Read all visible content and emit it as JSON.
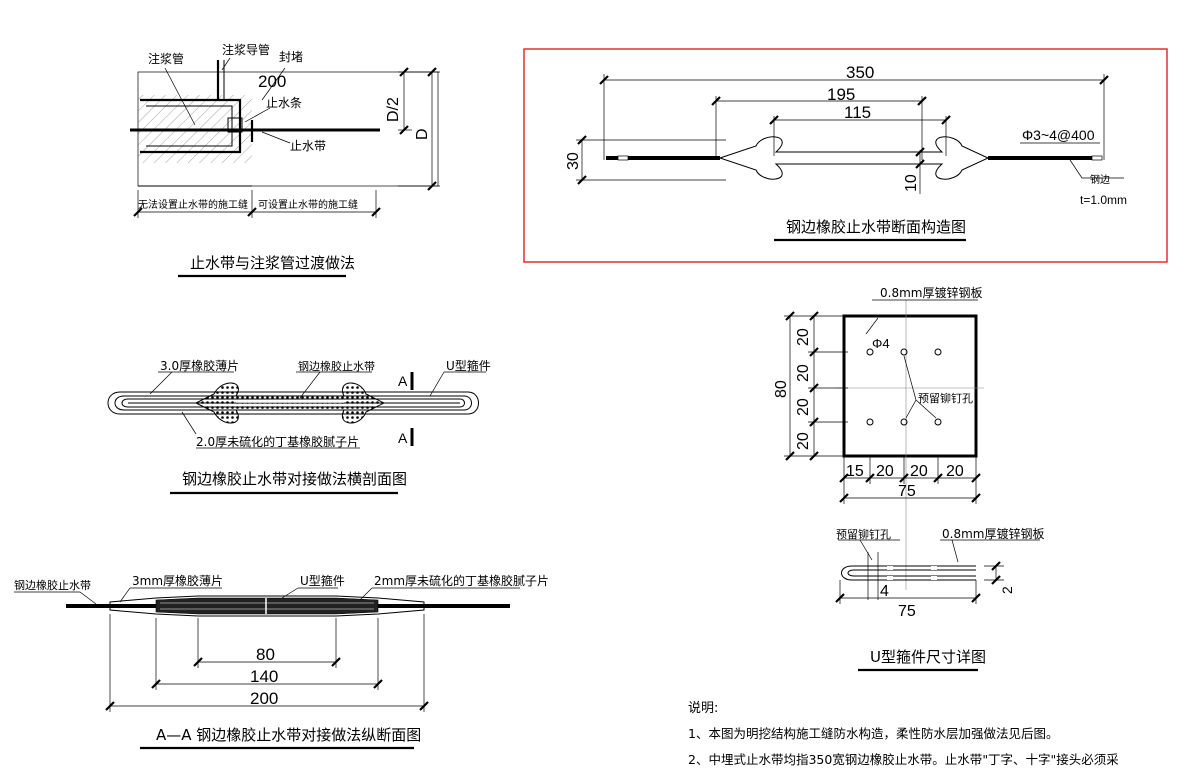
{
  "top_left": {
    "title": "止水带与注浆管过渡做法",
    "labels": {
      "grout_pipe": "注浆管",
      "grout_guide": "注浆导管",
      "seal": "封堵",
      "dim_200": "200",
      "water_strip": "止水条",
      "waterstop": "止水带",
      "d_half": "D/2",
      "d": "D",
      "no_waterstop_joint": "无法设置止水带的施工缝",
      "waterstop_joint": "可设置止水带的施工缝"
    }
  },
  "section_detail": {
    "title": "钢边橡胶止水带断面构造图",
    "dims": {
      "w350": "350",
      "w195": "195",
      "w115": "115",
      "h30": "30",
      "t10": "10"
    },
    "labels": {
      "rebar": "Φ3~4@400",
      "steel_edge": "钢边",
      "thickness": "t=1.0mm"
    },
    "frame_color": "#e03030"
  },
  "cross_section": {
    "title": "钢边橡胶止水带对接做法横剖面图",
    "labels": {
      "rubber_sheet": "3.0厚橡胶薄片",
      "steel_rubber": "钢边橡胶止水带",
      "u_clip": "U型箍件",
      "butyl": "2.0厚未硫化的丁基橡胶腻子片",
      "section_a": "A"
    }
  },
  "longitudinal": {
    "title": "A—A 钢边橡胶止水带对接做法纵断面图",
    "labels": {
      "steel_rubber": "钢边橡胶止水带",
      "rubber_sheet": "3mm厚橡胶薄片",
      "u_clip": "U型箍件",
      "butyl": "2mm厚未硫化的丁基橡胶腻子片"
    },
    "dims": {
      "d80": "80",
      "d140": "140",
      "d200": "200"
    }
  },
  "clip_detail": {
    "title": "U型箍件尺寸详图",
    "labels": {
      "plate": "0.8mm厚镀锌钢板",
      "hole": "Φ4",
      "rivet": "预留铆钉孔",
      "rivet2": "预留铆钉孔",
      "plate2": "0.8mm厚镀锌钢板"
    },
    "dims": {
      "v20a": "20",
      "v20b": "20",
      "v20c": "20",
      "v20d": "20",
      "v80": "80",
      "h15": "15",
      "h20a": "20",
      "h20b": "20",
      "h20c": "20",
      "h75": "75",
      "d4": "4",
      "d2": "2",
      "d75b": "75"
    }
  },
  "notes": {
    "heading": "说明:",
    "items": [
      "1、本图为明挖结构施工缝防水构造，柔性防水层加强做法见后图。",
      "2、中埋式止水带均指350宽钢边橡胶止水带。止水带\"丁字、十字\"接头必须采"
    ]
  }
}
